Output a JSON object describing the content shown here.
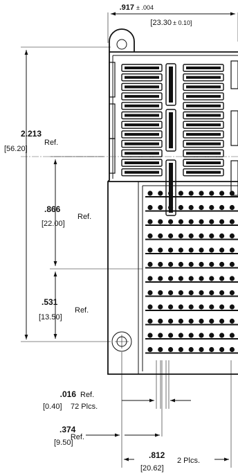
{
  "dimensions": {
    "width_top": {
      "value": ".917",
      "tol": "± .004",
      "metric": "[23.30",
      "metric_tol": "± 0.10]"
    },
    "height_total": {
      "value": "2.213",
      "metric": "[56.20]",
      "suffix": "Ref."
    },
    "upper_span": {
      "value": ".866",
      "metric": "[22.00]",
      "suffix": "Ref."
    },
    "lower_span": {
      "value": ".531",
      "metric": "[13.50]",
      "suffix": "Ref."
    },
    "pin_offset": {
      "value": ".016",
      "suffix": "Ref.",
      "metric": "[0.40]",
      "note": "72 Plcs."
    },
    "hole_offset": {
      "value": ".374",
      "metric": "[9.50]",
      "suffix": "Ref."
    },
    "pin_width": {
      "value": ".812",
      "metric": "[20.62]",
      "note": "2 Plcs."
    }
  }
}
